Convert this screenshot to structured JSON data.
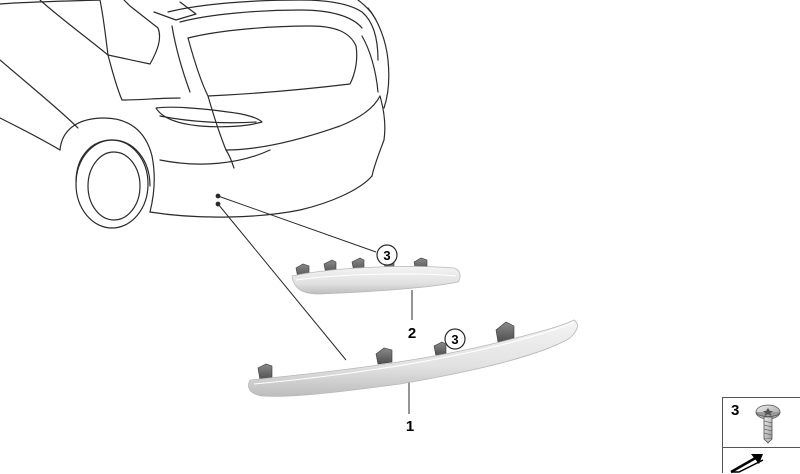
{
  "callouts": {
    "part1": "1",
    "part2": "2",
    "part3_upper": "3",
    "part3_lower": "3"
  },
  "legend": {
    "item_number": "3"
  },
  "icons": {
    "screw": "torx-screw-icon",
    "nav": "diagonal-arrow-icon"
  },
  "colors": {
    "line": "#2b2b2b",
    "part_fill": "#e9e9e9",
    "part_edge": "#c9c9c9",
    "clip_fill": "#6f6f6f"
  }
}
